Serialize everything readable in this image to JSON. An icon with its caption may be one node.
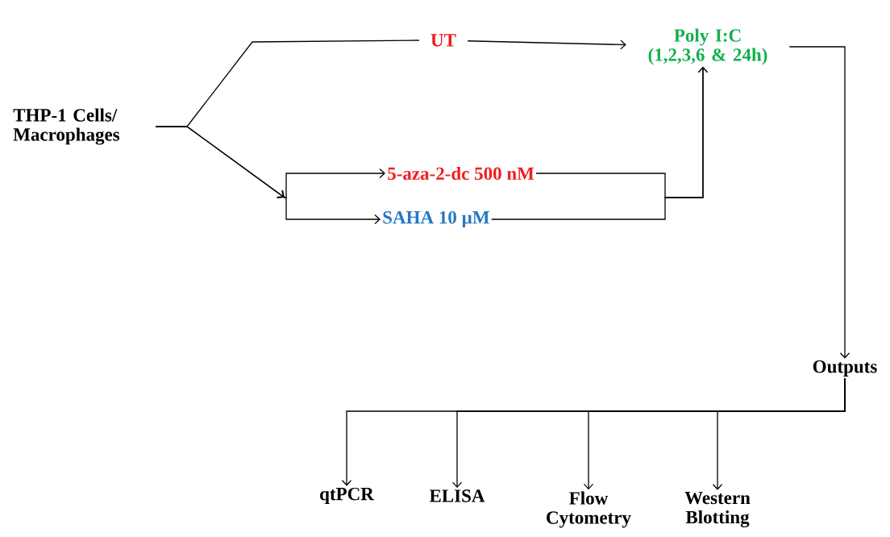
{
  "diagram": {
    "nodes": [
      {
        "text": [
          "THP-1 Cells/ Macrophages"
        ]
      },
      {
        "text": [
          "UT"
        ]
      },
      {
        "text": [
          "5-aza-2-dc 500 nM"
        ]
      },
      {
        "text": [
          "SAHA 10 µM"
        ]
      },
      {
        "text": [
          "Poly I:C (1,2,3,6 & 24h)"
        ]
      },
      {
        "text": [
          "Outputs"
        ]
      },
      {
        "text": [
          "qtPCR"
        ]
      },
      {
        "text": [
          "ELISA"
        ]
      },
      {
        "text": [
          "Flow Cytometry"
        ]
      },
      {
        "text": [
          "Western Blotting"
        ]
      }
    ],
    "edges": [
      {
        "from": 0,
        "to": 1,
        "arrow": "none"
      },
      {
        "from": 0,
        "to": 2,
        "arrow": "to"
      },
      {
        "from": 0,
        "to": 3,
        "arrow": "to"
      },
      {
        "from": 1,
        "to": 4,
        "arrow": "to"
      },
      {
        "from": 2,
        "to": 4,
        "arrow": "to"
      },
      {
        "from": 3,
        "to": 4,
        "arrow": "to"
      },
      {
        "from": 4,
        "to": 5,
        "arrow": "to"
      },
      {
        "from": 5,
        "to": 6,
        "arrow": "to"
      },
      {
        "from": 5,
        "to": 7,
        "arrow": "to"
      },
      {
        "from": 5,
        "to": 8,
        "arrow": "to"
      },
      {
        "from": 5,
        "to": 9,
        "arrow": "to"
      }
    ]
  }
}
